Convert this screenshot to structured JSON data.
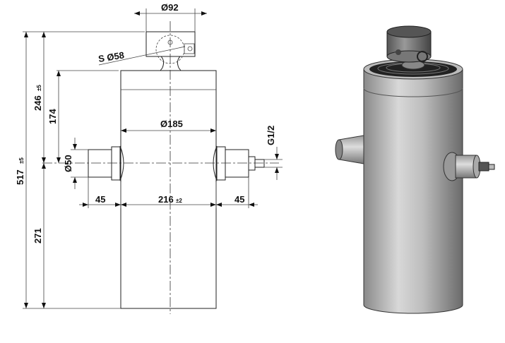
{
  "drawing": {
    "dimensions": {
      "cap_diameter": "Ø92",
      "ball_diameter": "S Ø58",
      "body_diameter": "Ø185",
      "port_diameter": "Ø50",
      "port_thread": "G1/2",
      "overall_length": "517",
      "overall_length_tol": "±5",
      "top_to_axis": "246",
      "top_to_axis_tol": "±5",
      "body_top_to_axis": "174",
      "axis_to_bottom": "271",
      "left_port_length": "45",
      "port_span": "216",
      "port_span_tol": "±2",
      "right_port_length": "45"
    }
  }
}
